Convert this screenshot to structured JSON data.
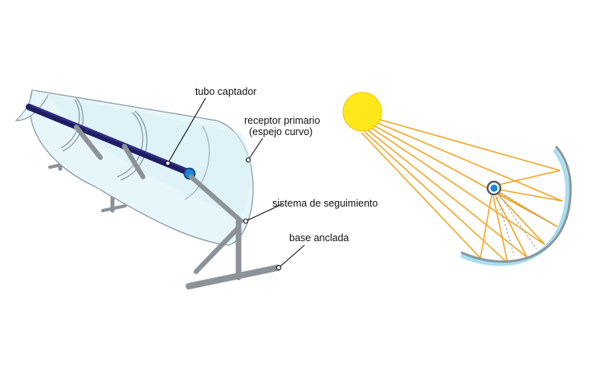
{
  "labels": {
    "tube": "tubo captador",
    "mirror_line1": "receptor primario",
    "mirror_line2": "(espejo curvo)",
    "tracking": "sistema de seguimiento",
    "base": "base anclada"
  },
  "colors": {
    "mirror_fill": "#e6f6fb",
    "mirror_edge": "#8f9ba3",
    "tube": "#1f1c63",
    "tube_tip": "#1e86d6",
    "support": "#8c9398",
    "sun": "#ffe81a",
    "sun_edge": "#f2c200",
    "rays": "#f5a21c",
    "reflector_outer": "#8a97a0",
    "reflector_inner": "#a8dff0"
  },
  "icons": [
    "sun-icon",
    "receiver-tube-icon"
  ]
}
